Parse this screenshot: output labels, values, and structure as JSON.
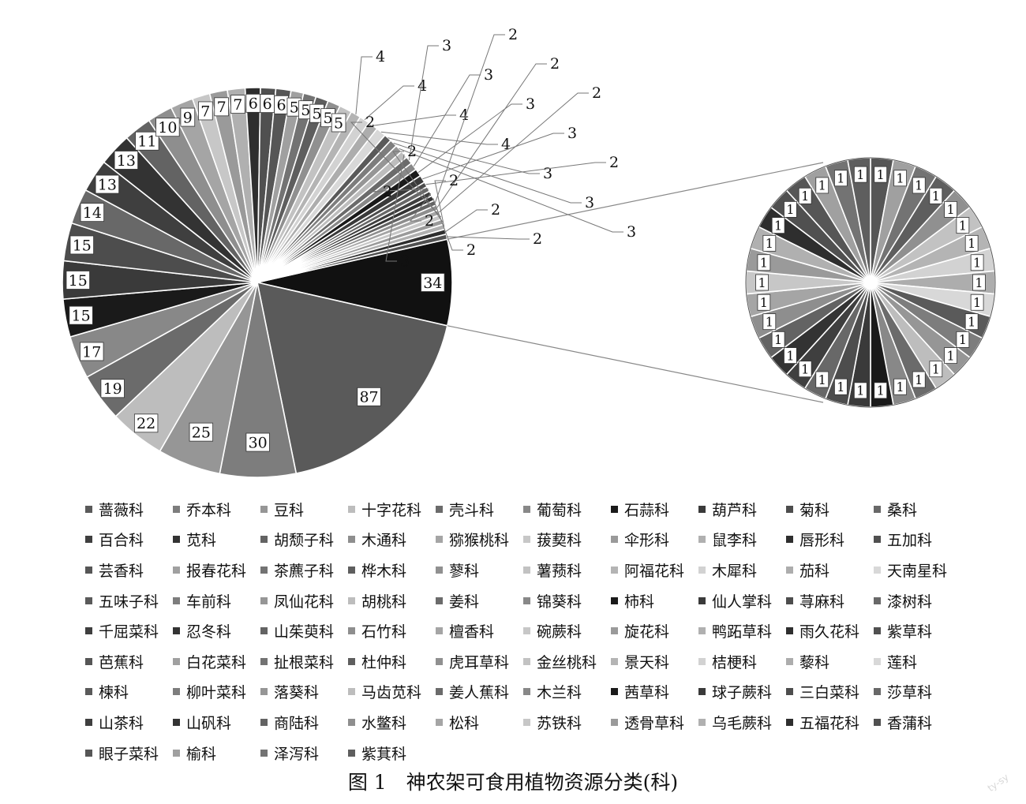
{
  "figure": {
    "caption": "图 1　神农架可食用植物资源分类(科)",
    "watermark": "ty-sy"
  },
  "chart_data": {
    "type": "pie",
    "subtype": "pie-of-pie",
    "title": "",
    "legend_position": "bottom",
    "categories": [
      "蔷薇科",
      "乔本科",
      "豆科",
      "十字花科",
      "壳斗科",
      "葡萄科",
      "石蒜科",
      "葫芦科",
      "菊科",
      "桑科",
      "百合科",
      "苋科",
      "胡颓子科",
      "木通科",
      "猕猴桃科",
      "菝葜科",
      "伞形科",
      "鼠李科",
      "唇形科",
      "五加科",
      "芸香科",
      "报春花科",
      "茶藨子科",
      "桦木科",
      "蓼科",
      "薯蓣科",
      "阿福花科",
      "木犀科",
      "茄科",
      "天南星科",
      "五味子科",
      "车前科",
      "凤仙花科",
      "胡桃科",
      "姜科",
      "锦葵科",
      "柿科",
      "仙人掌科",
      "荨麻科",
      "漆树科",
      "千屈菜科",
      "忍冬科",
      "山茱萸科",
      "石竹科",
      "檀香科",
      "碗蕨科",
      "旋花科",
      "鸭跖草科",
      "雨久花科",
      "紫草科",
      "芭蕉科",
      "白花菜科",
      "扯根菜科",
      "杜仲科",
      "虎耳草科",
      "金丝桃科",
      "景天科",
      "桔梗科",
      "藜科",
      "莲科",
      "楝科",
      "柳叶菜科",
      "落葵科",
      "马齿苋科",
      "姜人蕉科",
      "木兰科",
      "茜草科",
      "球子蕨科",
      "三白菜科",
      "莎草科",
      "山茶科",
      "山矾科",
      "商陆科",
      "水鳖科",
      "松科",
      "苏铁科",
      "透骨草科",
      "乌毛蕨科",
      "五福花科",
      "香蒲科",
      "眼子菜科",
      "榆科",
      "泽泻科",
      "紫萁科"
    ],
    "values": [
      87,
      30,
      25,
      22,
      19,
      17,
      15,
      15,
      15,
      14,
      13,
      13,
      11,
      10,
      9,
      7,
      7,
      7,
      6,
      6,
      6,
      5,
      5,
      5,
      5,
      5,
      4,
      4,
      4,
      4,
      3,
      3,
      3,
      3,
      3,
      3,
      3,
      3,
      2,
      2,
      2,
      2,
      2,
      2,
      2,
      2,
      2,
      2,
      2,
      2,
      1,
      1,
      1,
      1,
      1,
      1,
      1,
      1,
      1,
      1,
      1,
      1,
      1,
      1,
      1,
      1,
      1,
      1,
      1,
      1,
      1,
      1,
      1,
      1,
      1,
      1,
      1,
      1,
      1,
      1,
      1,
      1,
      1,
      1
    ],
    "secondary_group": {
      "value": 34,
      "count": 34,
      "label": "34"
    },
    "colors": [
      "#5a5a5a",
      "#7d7d7d",
      "#969696",
      "#bdbdbd",
      "#6b6b6b",
      "#888888",
      "#1a1a1a",
      "#3a3a3a",
      "#4d4d4d",
      "#686868",
      "#3f3f3f",
      "#333333",
      "#636363",
      "#8e8e8e",
      "#a5a5a5",
      "#c7c7c7",
      "#9a9a9a",
      "#b0b0b0",
      "#2e2e2e",
      "#505050",
      "#565656",
      "#a0a0a0",
      "#737373",
      "#5e5e5e",
      "#909090",
      "#c2c2c2",
      "#b4b4b4",
      "#d2d2d2",
      "#adadad",
      "#d8d8d8"
    ]
  }
}
